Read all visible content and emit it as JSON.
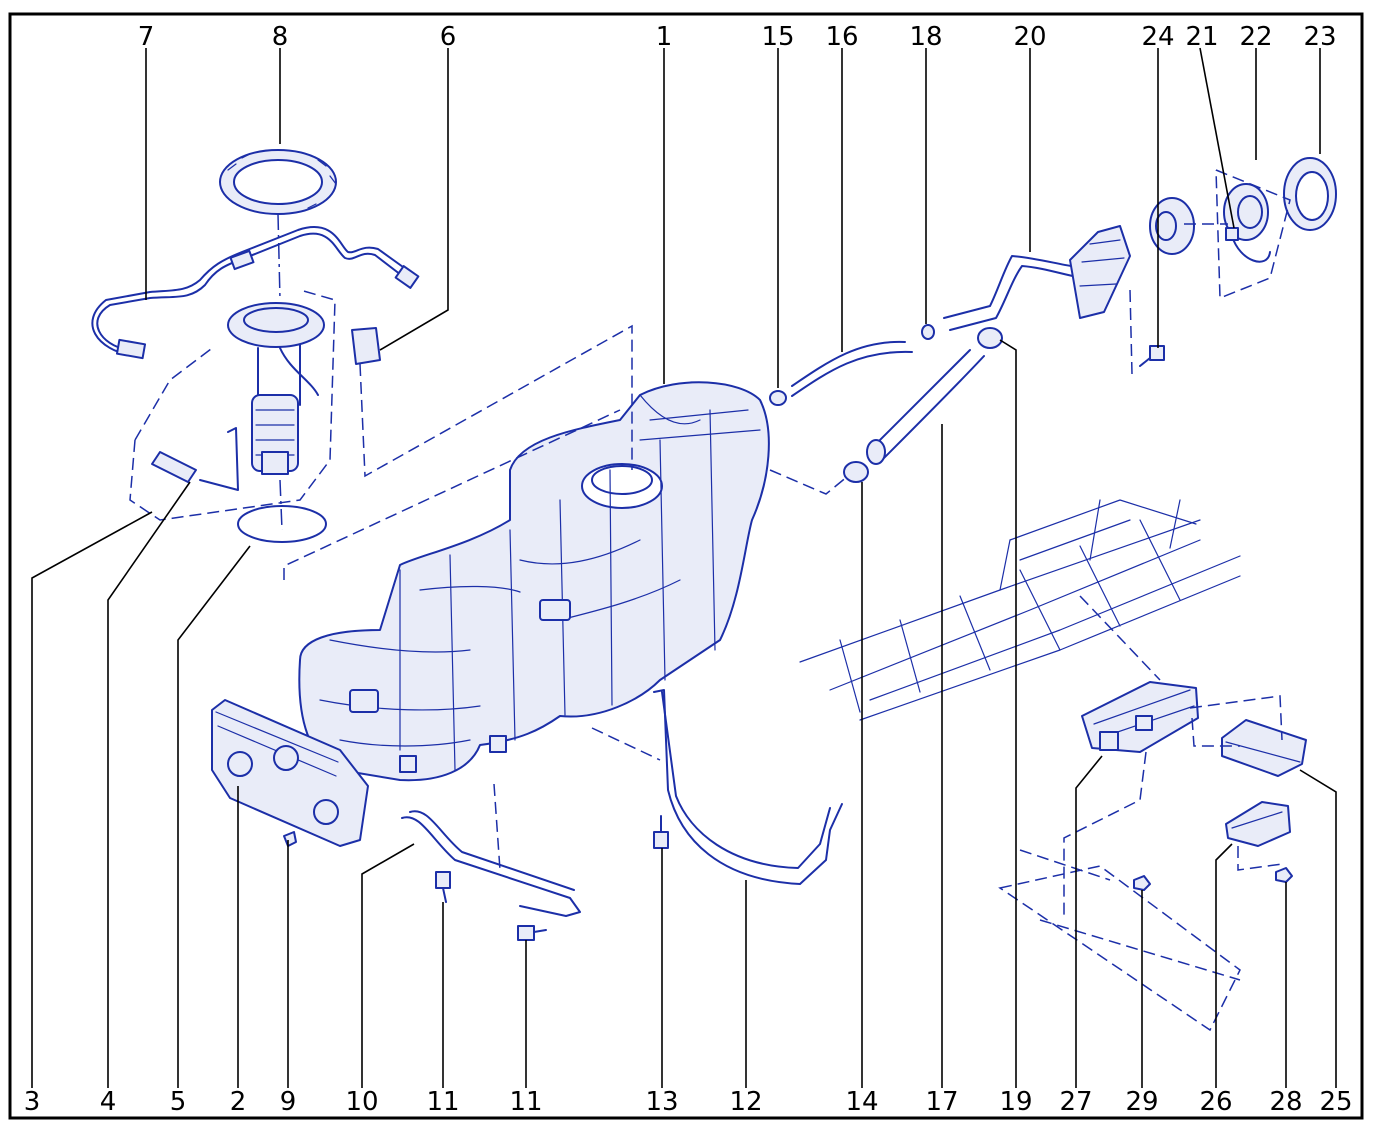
{
  "colors": {
    "ink": "#1c2fa8",
    "fill": "#e9ecf8",
    "label": "#000000",
    "frame": "#000000"
  },
  "callouts": {
    "top": [
      "7",
      "8",
      "6",
      "1",
      "15",
      "16",
      "18",
      "20",
      "24",
      "21",
      "22",
      "23"
    ],
    "bottom": [
      "3",
      "4",
      "5",
      "2",
      "9",
      "10",
      "11",
      "11",
      "13",
      "12",
      "14",
      "17",
      "19",
      "27",
      "29",
      "26",
      "28",
      "25"
    ]
  }
}
